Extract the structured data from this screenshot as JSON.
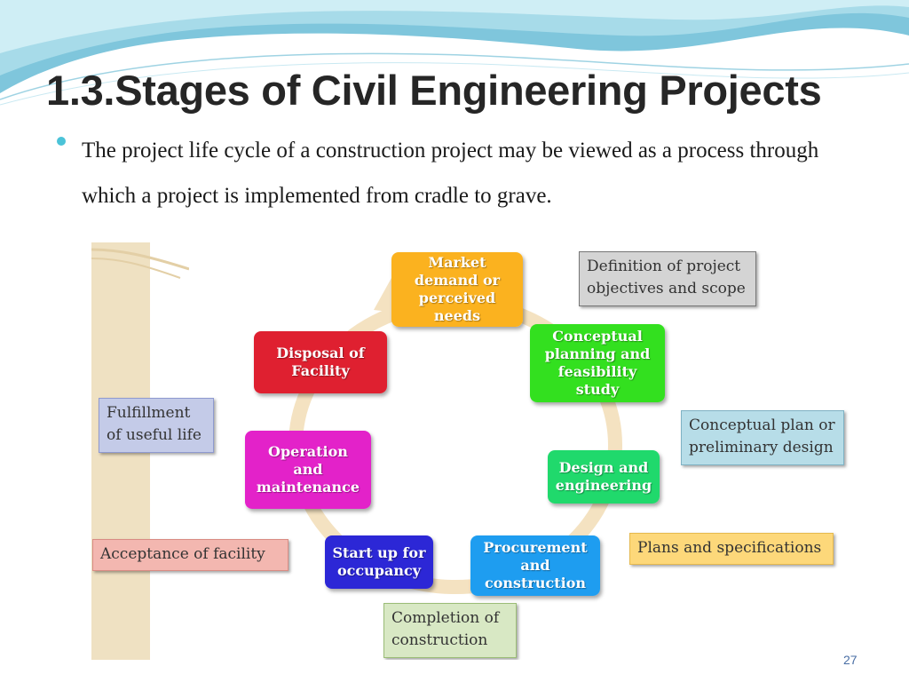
{
  "slide": {
    "title": "1.3.Stages of Civil Engineering Projects",
    "bullet_text": "The project life cycle of a construction project may be viewed as a process through which a project is implemented from cradle to grave.",
    "page_number": "27"
  },
  "diagram": {
    "stages": {
      "market": "Market\ndemand or\nperceived\nneeds",
      "conceptual": "Conceptual\nplanning and\nfeasibility\nstudy",
      "design": "Design and\nengineering",
      "procurement": "Procurement\nand\nconstruction",
      "startup": "Start up for\noccupancy",
      "operation": "Operation\nand\nmaintenance",
      "disposal": "Disposal of\nFacility"
    },
    "milestones": {
      "definition": "Definition of project\nobjectives and scope",
      "conceptual_plan": "Conceptual plan or\npreliminary design",
      "plans": "Plans and specifications",
      "completion": "Completion  of\nconstruction",
      "acceptance": "Acceptance of facility",
      "fulfillment": "Fulfillment\nof useful life"
    },
    "colors": {
      "market": "#fbb21f",
      "conceptual": "#33e01f",
      "design": "#20d96c",
      "procurement": "#1e9df0",
      "startup": "#2c27d6",
      "operation": "#e322c9",
      "disposal": "#df2030",
      "ring": "#f4e2c1",
      "definition_bg": "#d4d4d4",
      "conceptual_plan_bg": "#b7dde8",
      "plans_bg": "#fdd87a",
      "completion_bg": "#d8e8c4",
      "acceptance_bg": "#f3b7b0",
      "fulfillment_bg": "#c4cbe8"
    }
  }
}
